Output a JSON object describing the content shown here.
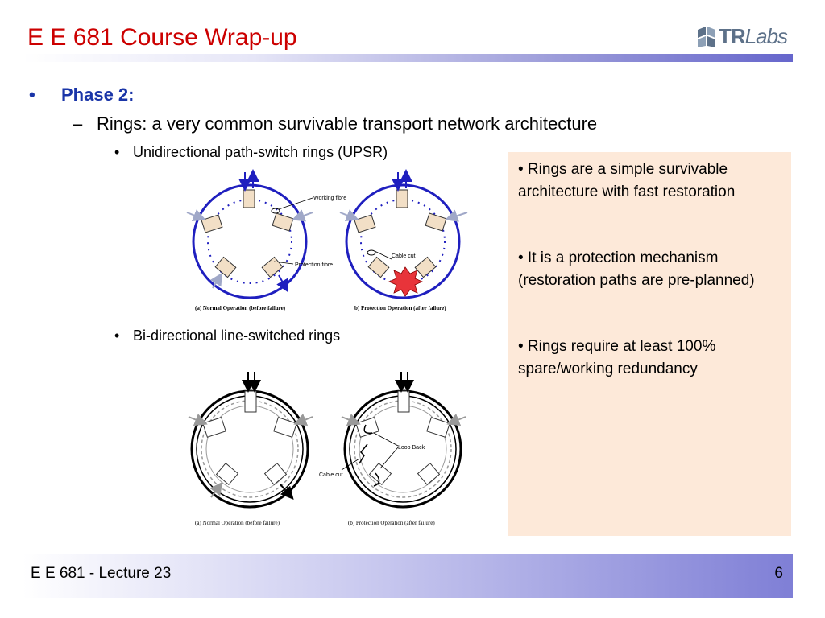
{
  "title": "E E 681 Course Wrap-up",
  "logo": {
    "tr": "TR",
    "labs": "Labs"
  },
  "bullet_main": {
    "marker": "•",
    "text": "Phase 2:"
  },
  "bullet_sub": {
    "marker": "–",
    "text": "Rings: a very common survivable transport network architecture"
  },
  "items": [
    {
      "marker": "•",
      "text": "Unidirectional path-switch rings (UPSR)"
    },
    {
      "marker": "•",
      "text": "Bi-directional line-switched rings"
    }
  ],
  "upsr_diagram": {
    "label_working": "Working fibre",
    "label_protection": "Protection fibre",
    "label_cable_cut": "Cable cut",
    "caption_a": "(a) Normal Operation (before failure)",
    "caption_b": "b) Protection Operation (after failure)"
  },
  "blsr_diagram": {
    "label_loop_back": "Loop Back",
    "label_cable_cut": "Cable cut",
    "caption_a": "(a) Normal Operation (before failure)",
    "caption_b": "(b) Protection Operation (after failure)"
  },
  "notes": [
    "• Rings are a simple survivable architecture with fast restoration",
    "• It is a protection mechanism (restoration paths are pre-planned)",
    "• Rings require at least 100% spare/working redundancy"
  ],
  "footer": {
    "lecture": "E E 681 - Lecture 23",
    "page": "6"
  },
  "colors": {
    "title": "#cc0000",
    "bullet": "#1a35a8",
    "note_bg": "#fde9d9",
    "ring_blue": "#1f1fbf"
  }
}
